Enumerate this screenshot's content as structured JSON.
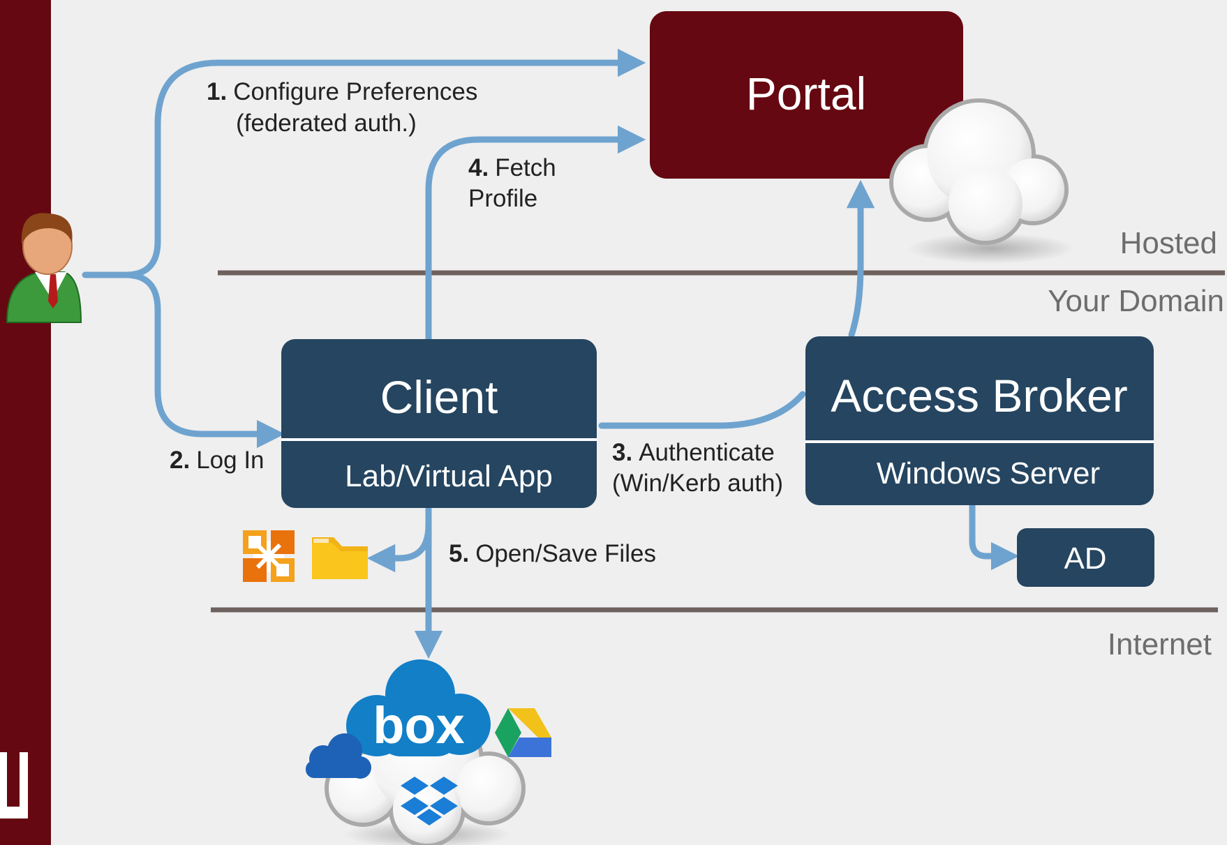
{
  "nodes": {
    "portal": {
      "title": "Portal"
    },
    "client": {
      "title": "Client",
      "subtitle": "Lab/Virtual App"
    },
    "access_broker": {
      "title": "Access Broker",
      "subtitle": "Windows Server"
    },
    "ad": {
      "title": "AD"
    }
  },
  "zones": {
    "hosted": "Hosted",
    "your_domain": "Your Domain",
    "internet": "Internet"
  },
  "steps": [
    {
      "num": "1.",
      "text": "Configure Preferences",
      "text2": "(federated auth.)"
    },
    {
      "num": "2.",
      "text": "Log In"
    },
    {
      "num": "3.",
      "text": "Authenticate",
      "text2": "(Win/Kerb auth)"
    },
    {
      "num": "4.",
      "text": "Fetch",
      "text2": "Profile"
    },
    {
      "num": "5.",
      "text": "Open/Save Files"
    }
  ],
  "icons": {
    "user": "user-icon",
    "cloud": "cloud-icon",
    "office": "office-icon",
    "folder": "folder-icon",
    "box": "box-logo-icon",
    "google_drive": "google-drive-icon",
    "onedrive": "onedrive-icon",
    "dropbox": "dropbox-icon"
  },
  "logos": {
    "box_wordmark": "box"
  },
  "colors": {
    "portal_fill": "#650811",
    "node_fill": "#254560",
    "arrow": "#6fa3cf",
    "divider": "#6e625e",
    "sidebar": "#650811",
    "zone_text": "#6d6d6d",
    "background": "#efefef"
  }
}
